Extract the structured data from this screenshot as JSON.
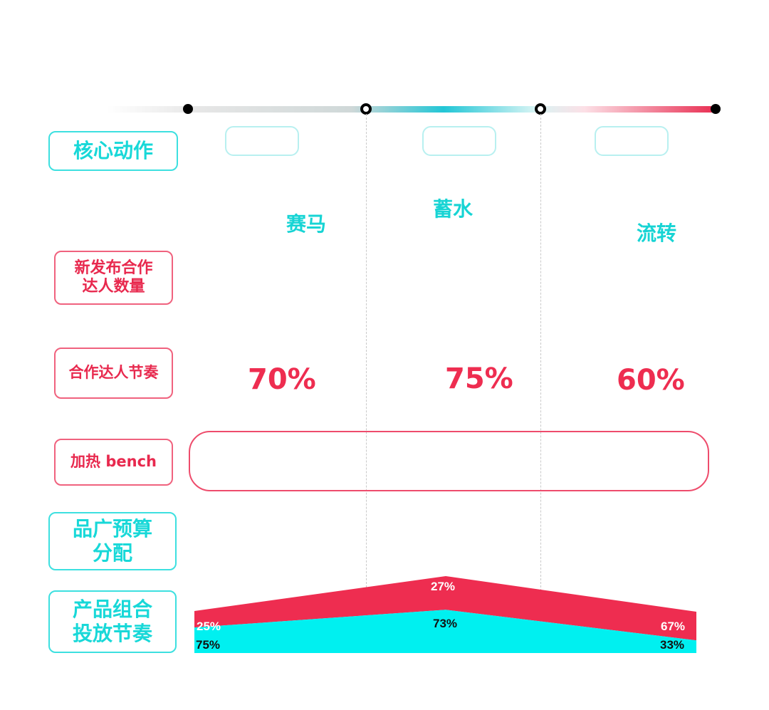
{
  "row_labels": {
    "core_action": "核心动作",
    "new_talent_line1": "新发布合作",
    "new_talent_line2": "达人数量",
    "talent_rhythm": "合作达人节奏",
    "heat_bench": "加热 bench",
    "budget_line1": "品广预算",
    "budget_line2": "分配",
    "product_line1": "产品组合",
    "product_line2": "投放节奏"
  },
  "phases": [
    "赛马",
    "蓄水",
    "流转"
  ],
  "talent_rhythm_values": [
    "70%",
    "75%",
    "60%"
  ],
  "colors": {
    "cyan": "#18D8D8",
    "red": "#E8294E",
    "timeline_start": "#E8E8E8",
    "timeline_mid": "#20C8D8",
    "timeline_end": "#E8294E"
  },
  "chart_data": {
    "type": "area",
    "categories": [
      "赛马",
      "蓄水",
      "流转"
    ],
    "series": [
      {
        "values": [
          25,
          27,
          67
        ],
        "labels": [
          "25%",
          "27%",
          "67%"
        ],
        "color": "#EE2D50"
      },
      {
        "values": [
          75,
          73,
          33
        ],
        "labels": [
          "75%",
          "73%",
          "33%"
        ],
        "color": "#00F0F0"
      }
    ]
  }
}
